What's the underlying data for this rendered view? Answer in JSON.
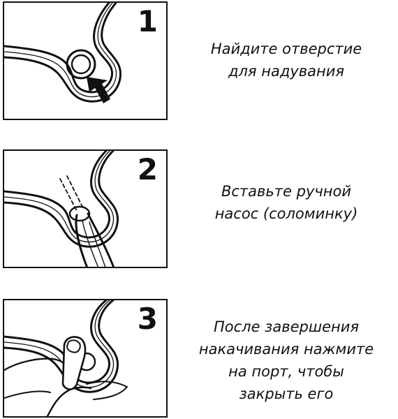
{
  "accent_color": "#111111",
  "background_color": "#ffffff",
  "steps": [
    {
      "number": "1",
      "illustration_icon": "inflation-valve-with-arrow-icon",
      "caption_lines": [
        "Найдите отверстие",
        "для надувания"
      ]
    },
    {
      "number": "2",
      "illustration_icon": "hand-pump-straw-insert-icon",
      "caption_lines": [
        "Вставьте ручной",
        "насос (соломинку)"
      ]
    },
    {
      "number": "3",
      "illustration_icon": "finger-pressing-port-icon",
      "caption_lines": [
        "После завершения",
        "накачивания нажмите",
        "на порт, чтобы",
        "закрыть его"
      ]
    }
  ]
}
